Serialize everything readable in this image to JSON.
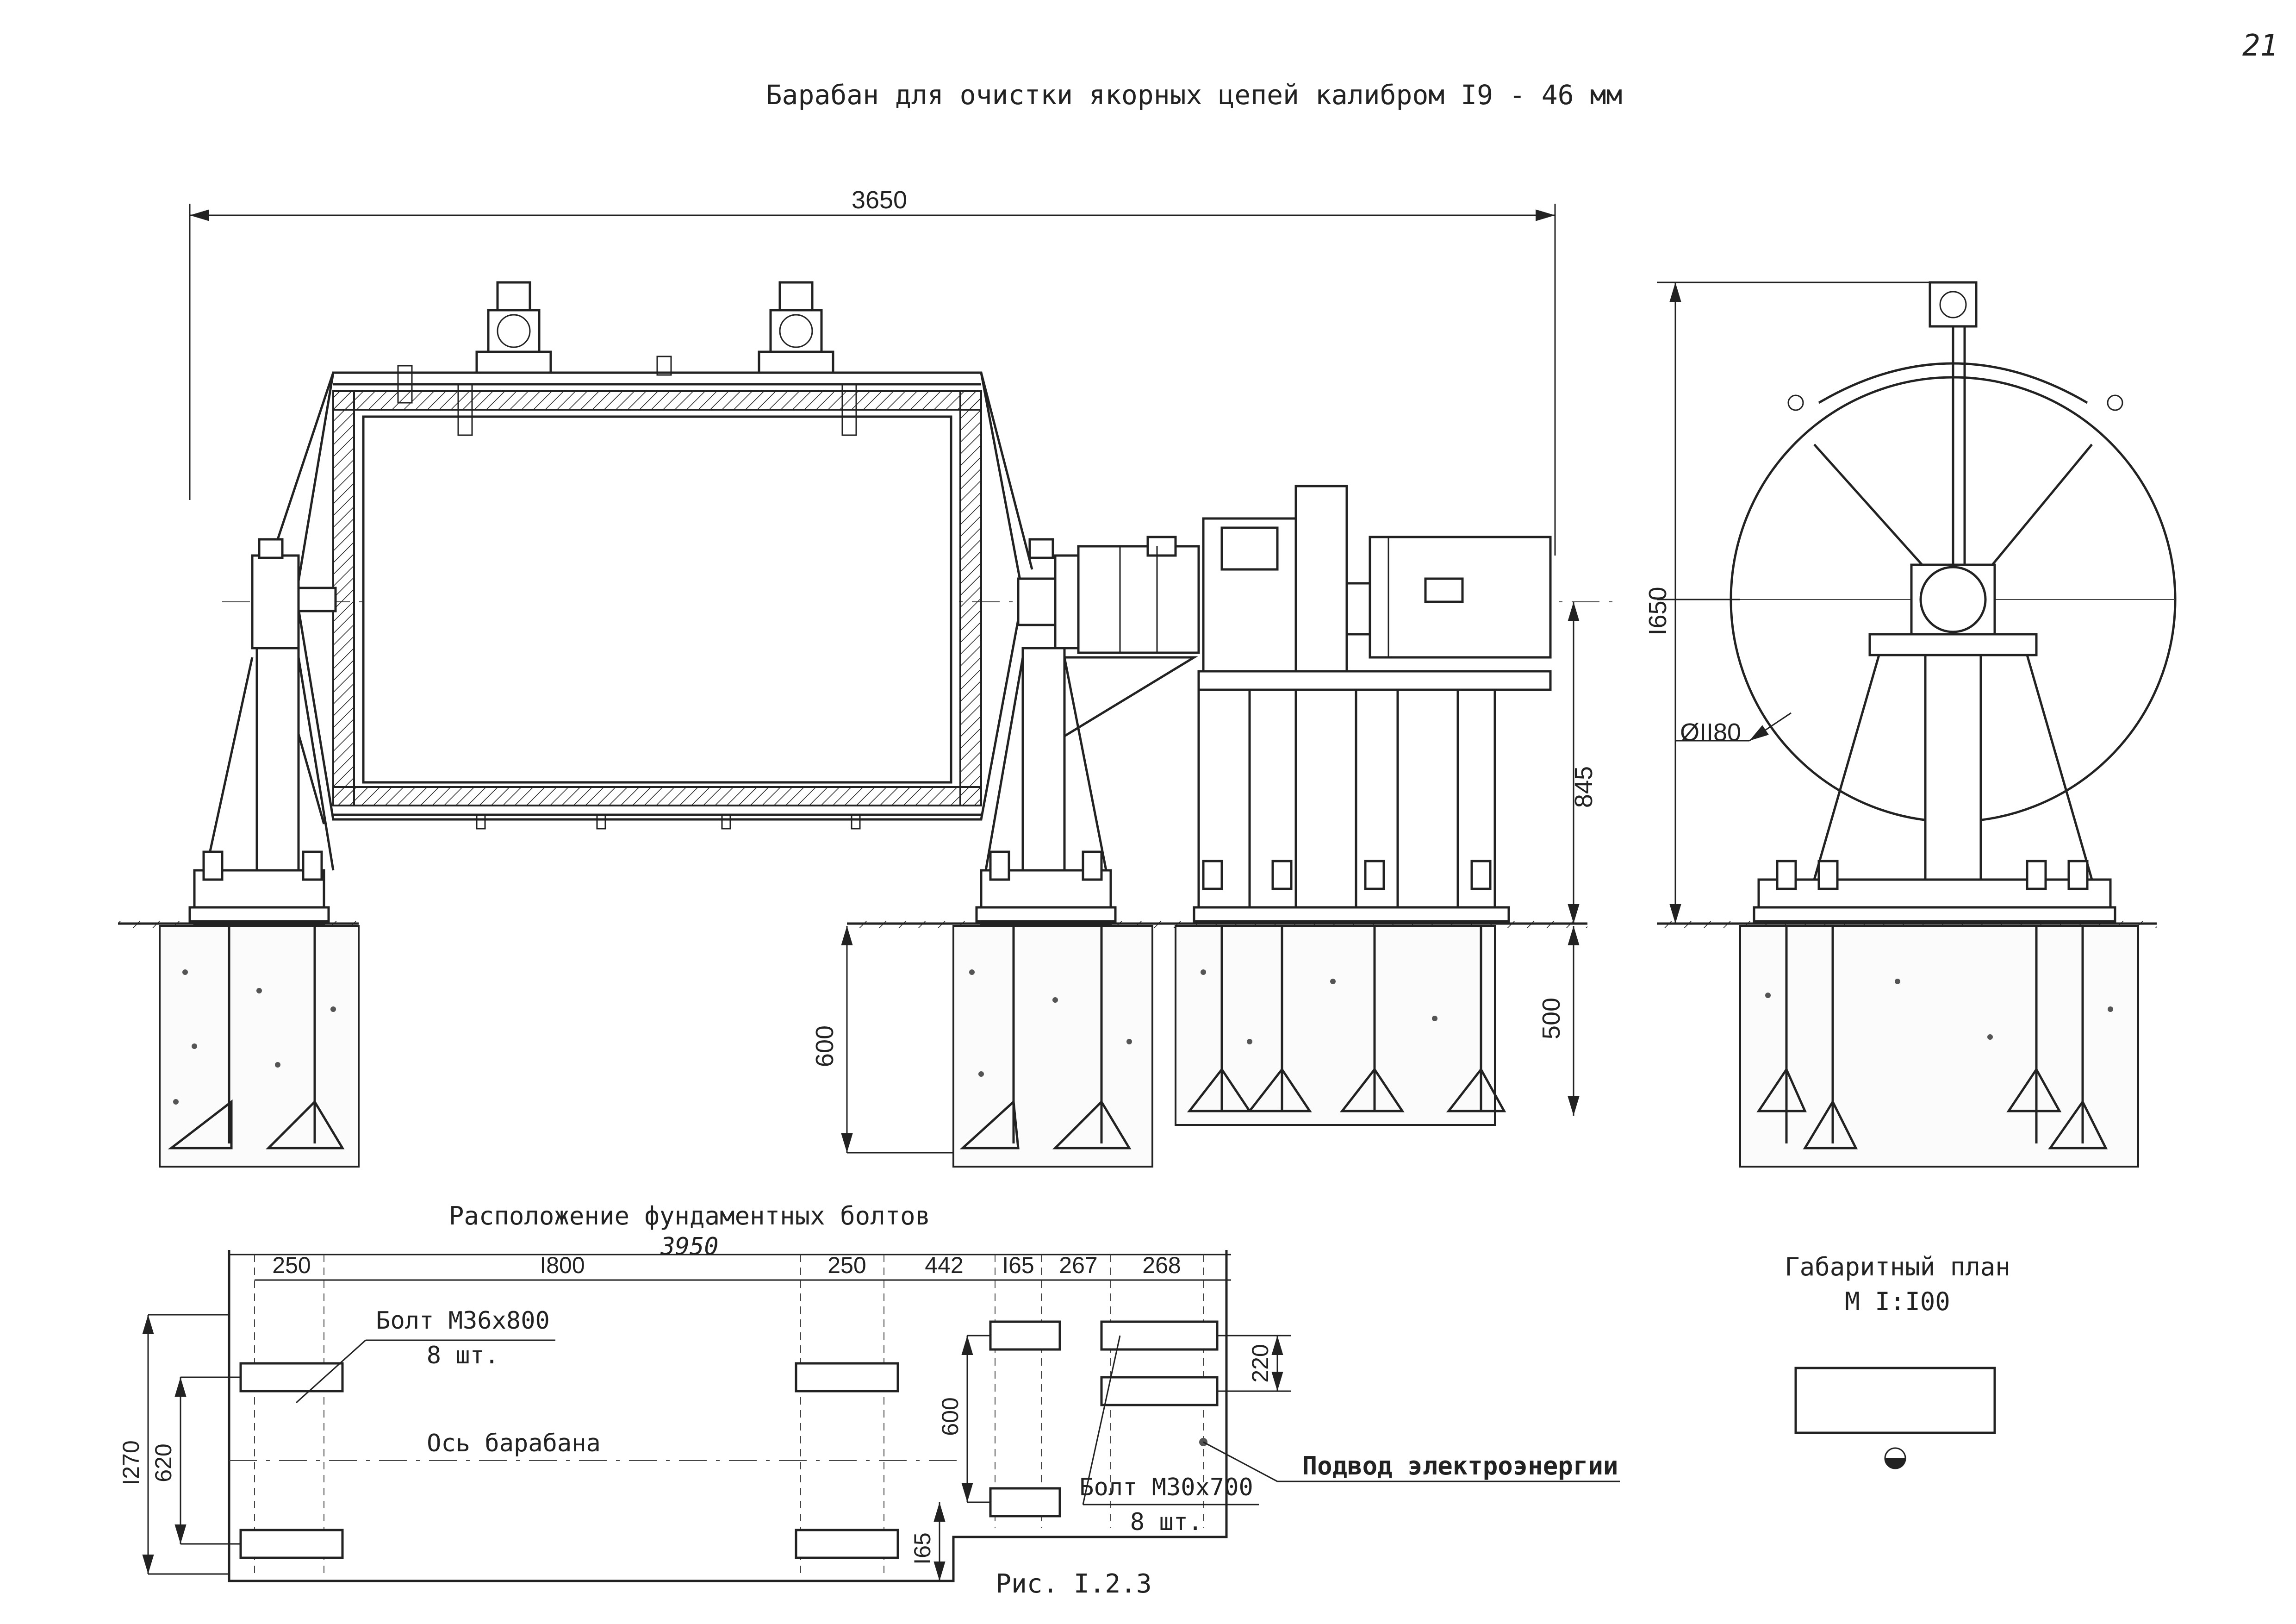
{
  "page_number": "21",
  "title": "Барабан для очистки якорных цепей калибром I9 - 46 мм",
  "main_view": {
    "dim_total_length": "3650",
    "dim_height_to_axis": "845",
    "dim_foundation_depth_left": "600",
    "dim_foundation_depth_right": "500"
  },
  "side_view": {
    "dim_height": "I650",
    "dim_diameter": "ØII80"
  },
  "bolt_plan": {
    "title": "Расположение фундаментных болтов",
    "dim_total": "3950",
    "dims_top": [
      "250",
      "I800",
      "250",
      "442",
      "I65",
      "267",
      "268"
    ],
    "dim_1270": "I270",
    "dim_620": "620",
    "dim_600": "600",
    "dim_165": "I65",
    "dim_220": "220",
    "bolt_m36_label": "Болт М36х800",
    "bolt_m36_qty": "8 шт.",
    "bolt_m30_label": "Болт М30х700",
    "bolt_m30_qty": "8 шт.",
    "drum_axis_label": "Ось барабана",
    "power_supply_label": "Подвод электроэнергии"
  },
  "figure_caption": "Рис. I.2.3",
  "overall_plan": {
    "title": "Габаритный план",
    "scale": "М I:I00"
  }
}
